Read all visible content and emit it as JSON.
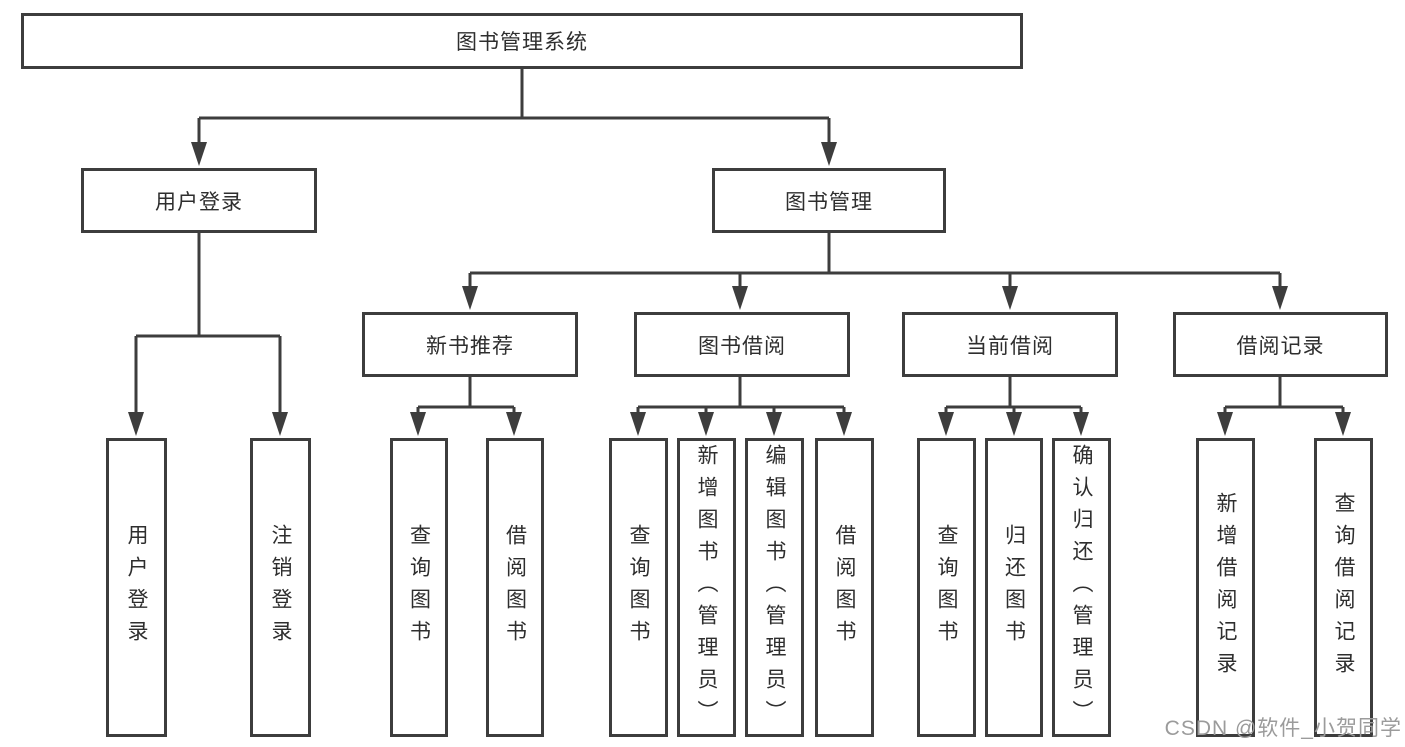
{
  "diagram_type": "hierarchy-diagram",
  "tree": {
    "label": "图书管理系统",
    "children": [
      {
        "label": "用户登录",
        "children": [
          {
            "label": "用户登录"
          },
          {
            "label": "注销登录"
          }
        ]
      },
      {
        "label": "图书管理",
        "children": [
          {
            "label": "新书推荐",
            "children": [
              {
                "label": "查询图书"
              },
              {
                "label": "借阅图书"
              }
            ]
          },
          {
            "label": "图书借阅",
            "children": [
              {
                "label": "查询图书"
              },
              {
                "label": "新增图书（管理员）"
              },
              {
                "label": "编辑图书（管理员）"
              },
              {
                "label": "借阅图书"
              }
            ]
          },
          {
            "label": "当前借阅",
            "children": [
              {
                "label": "查询图书"
              },
              {
                "label": "归还图书"
              },
              {
                "label": "确认归还（管理员）"
              }
            ]
          },
          {
            "label": "借阅记录",
            "children": [
              {
                "label": "新增借阅记录"
              },
              {
                "label": "查询借阅记录"
              }
            ]
          }
        ]
      }
    ]
  },
  "watermark": {
    "text": "CSDN @软件_小贺同学"
  },
  "colors": {
    "line": "#3d3d3d",
    "text": "#2e2e2e",
    "watermark": "#9b9b9b",
    "bg": "#ffffff"
  }
}
